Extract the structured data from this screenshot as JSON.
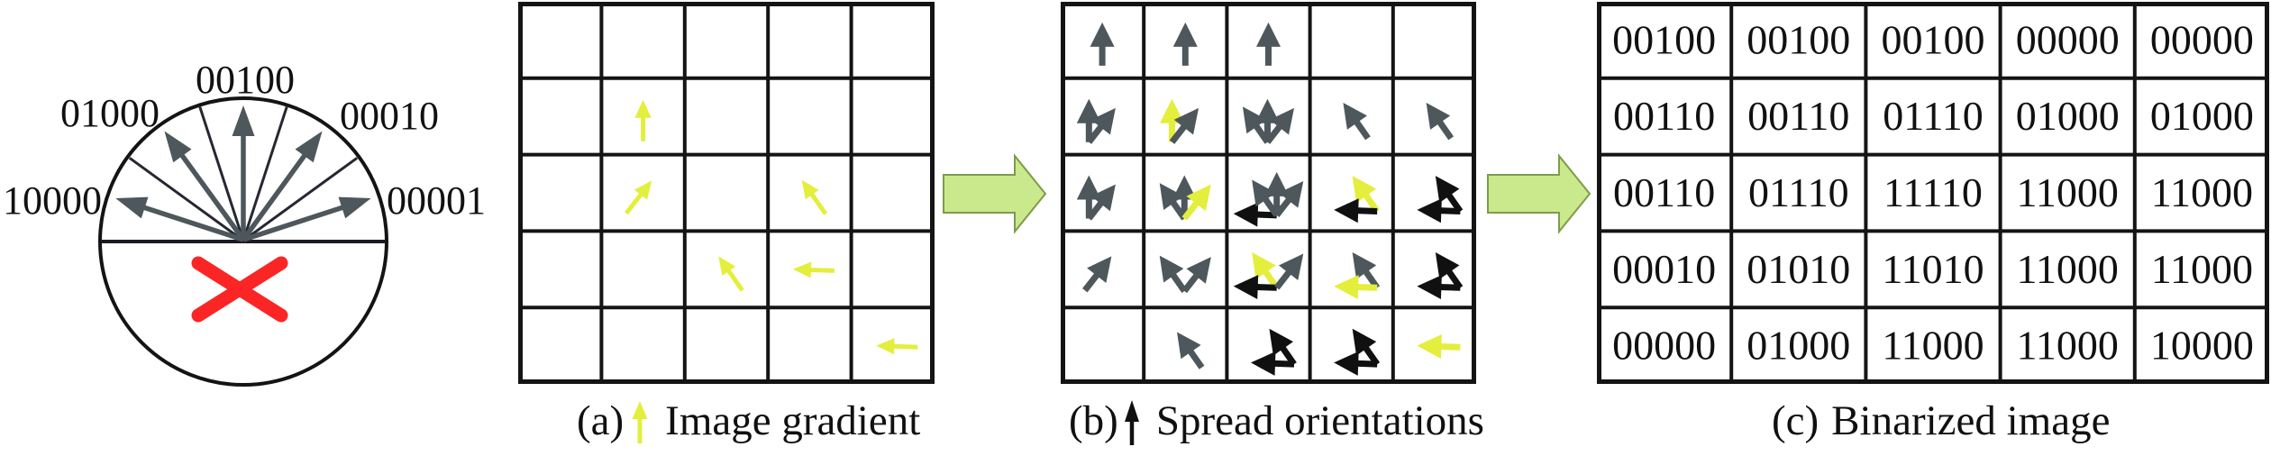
{
  "colors": {
    "line": "#141414",
    "thin_line": "#272733",
    "bin_arrow": "#4d575c",
    "gradient_arrow": "#e4ee3c",
    "spread_old_arrow": "#4d575c",
    "spread_new_arrow": "#101010",
    "invalid_x": "#fb2525",
    "flow_fill": "#cae88c",
    "flow_stroke": "#7d9c4a",
    "text": "#111111"
  },
  "circle": {
    "bins": [
      {
        "label": "10000",
        "angle": 162
      },
      {
        "label": "01000",
        "angle": 126
      },
      {
        "label": "00100",
        "angle": 90
      },
      {
        "label": "00010",
        "angle": 54
      },
      {
        "label": "00001",
        "angle": 18
      }
    ],
    "divider_angles": [
      36,
      72,
      108,
      144
    ],
    "invalid_marker": "red-x-lower-half"
  },
  "panel_a": {
    "cells": [
      [
        "",
        "",
        "",
        "",
        ""
      ],
      [
        "",
        "up.yellow",
        "",
        "",
        ""
      ],
      [
        "",
        "ne.yellow",
        "",
        "nw.yellow",
        ""
      ],
      [
        "",
        "",
        "nw.yellow",
        "left.yellow",
        ""
      ],
      [
        "",
        "",
        "",
        "",
        "left.yellow"
      ]
    ]
  },
  "panel_b": {
    "cells": [
      [
        "up.gray",
        "up.gray",
        "up.gray",
        "",
        ""
      ],
      [
        "up.gray ne.gray",
        "up.yellow ne.gray",
        "nw.gray up.gray ne.gray",
        "nw.gray",
        "nw.gray"
      ],
      [
        "up.gray ne.gray",
        "nw.gray up.gray ne.yellow",
        "left.black nw.gray up.gray ne.gray",
        "nw.yellow left.black",
        "nw.black left.black"
      ],
      [
        "ne.gray",
        "nw.gray ne.gray",
        "nw.yellow left.black ne.gray",
        "nw.gray left.yellow",
        "nw.black left.black"
      ],
      [
        "",
        "nw.gray",
        "nw.black left.black",
        "nw.black left.black",
        "left.yellow"
      ]
    ]
  },
  "panel_c": {
    "rows": [
      [
        "00100",
        "00100",
        "00100",
        "00000",
        "00000"
      ],
      [
        "00110",
        "00110",
        "01110",
        "01000",
        "01000"
      ],
      [
        "00110",
        "01110",
        "11110",
        "11000",
        "11000"
      ],
      [
        "00010",
        "01010",
        "11010",
        "11000",
        "11000"
      ],
      [
        "00000",
        "01000",
        "11000",
        "11000",
        "10000"
      ]
    ]
  },
  "captions": {
    "a": {
      "prefix": "(a)",
      "text": "Image gradient"
    },
    "b": {
      "prefix": "(b)",
      "text": "Spread orientations"
    },
    "c": {
      "prefix": "(c)",
      "text": "Binarized image"
    }
  }
}
